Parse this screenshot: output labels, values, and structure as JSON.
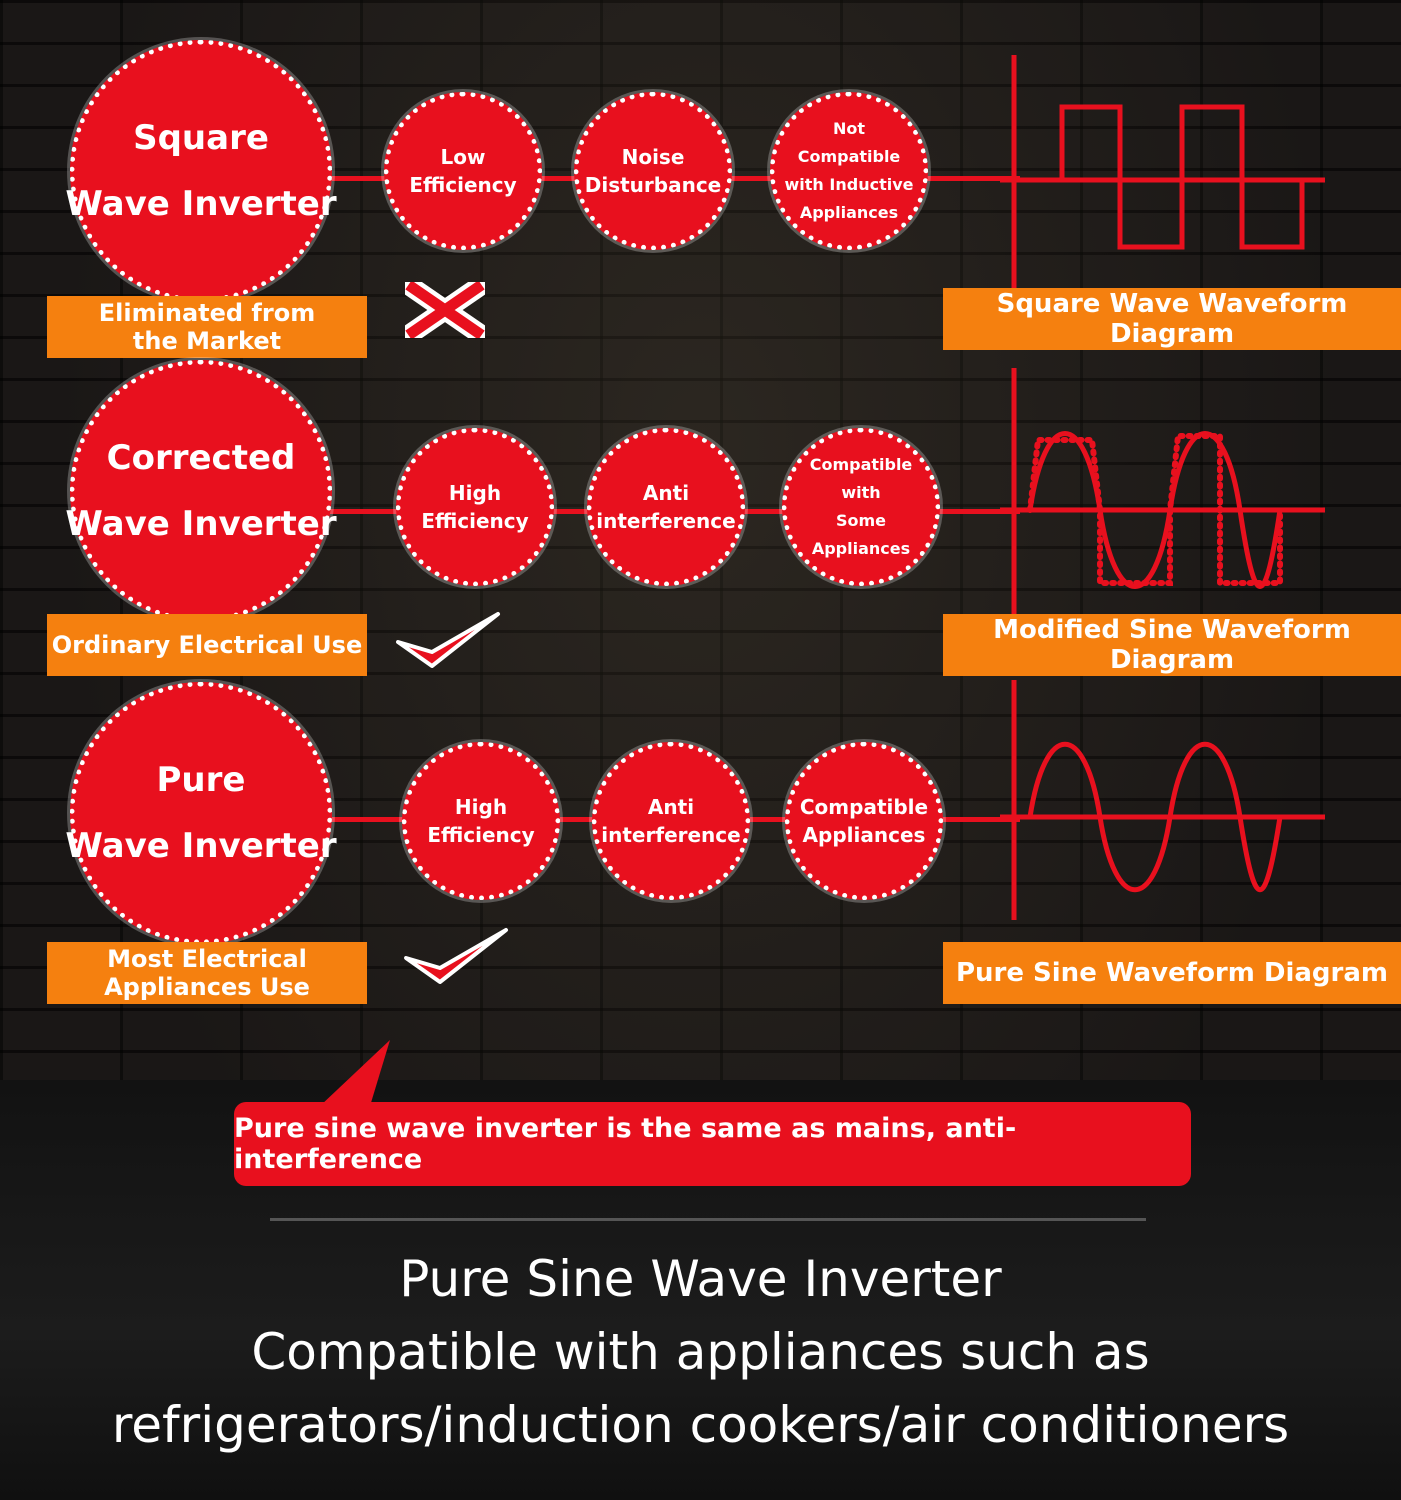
{
  "rows": [
    {
      "main_line1": "Square",
      "main_line2": "Wave Inverter",
      "features": [
        "Low\nEfficiency",
        "Noise\nDisturbance",
        "Not Compatible\nwith Inductive\nAppliances"
      ],
      "status_label": "Eliminated from\nthe Market",
      "verdict": "cross",
      "waveform_label": "Square Wave Waveform Diagram",
      "waveform_type": "square"
    },
    {
      "main_line1": "Corrected",
      "main_line2": "Wave Inverter",
      "features": [
        "High\nEfficiency",
        "Anti\ninterference",
        "Compatible with\nSome Appliances"
      ],
      "status_label": "Ordinary Electrical Use",
      "verdict": "check",
      "waveform_label": "Modified Sine Waveform Diagram",
      "waveform_type": "modified-sine"
    },
    {
      "main_line1": "Pure",
      "main_line2": "Wave Inverter",
      "features": [
        "High\nEfficiency",
        "Anti\ninterference",
        "Compatible\nAppliances"
      ],
      "status_label": "Most Electrical\nAppliances Use",
      "verdict": "check",
      "waveform_label": "Pure Sine Waveform Diagram",
      "waveform_type": "pure-sine"
    }
  ],
  "callout": "Pure sine wave inverter is the same as mains, anti-interference",
  "footer": {
    "title": "Pure Sine Wave Inverter",
    "line2": "Compatible with appliances such as",
    "line3": "refrigerators/induction cookers/air conditioners"
  },
  "colors": {
    "red": "#e8101e",
    "orange": "#f5800f",
    "white": "#ffffff"
  },
  "icons": {
    "cross": "cross-icon",
    "check": "check-icon"
  }
}
